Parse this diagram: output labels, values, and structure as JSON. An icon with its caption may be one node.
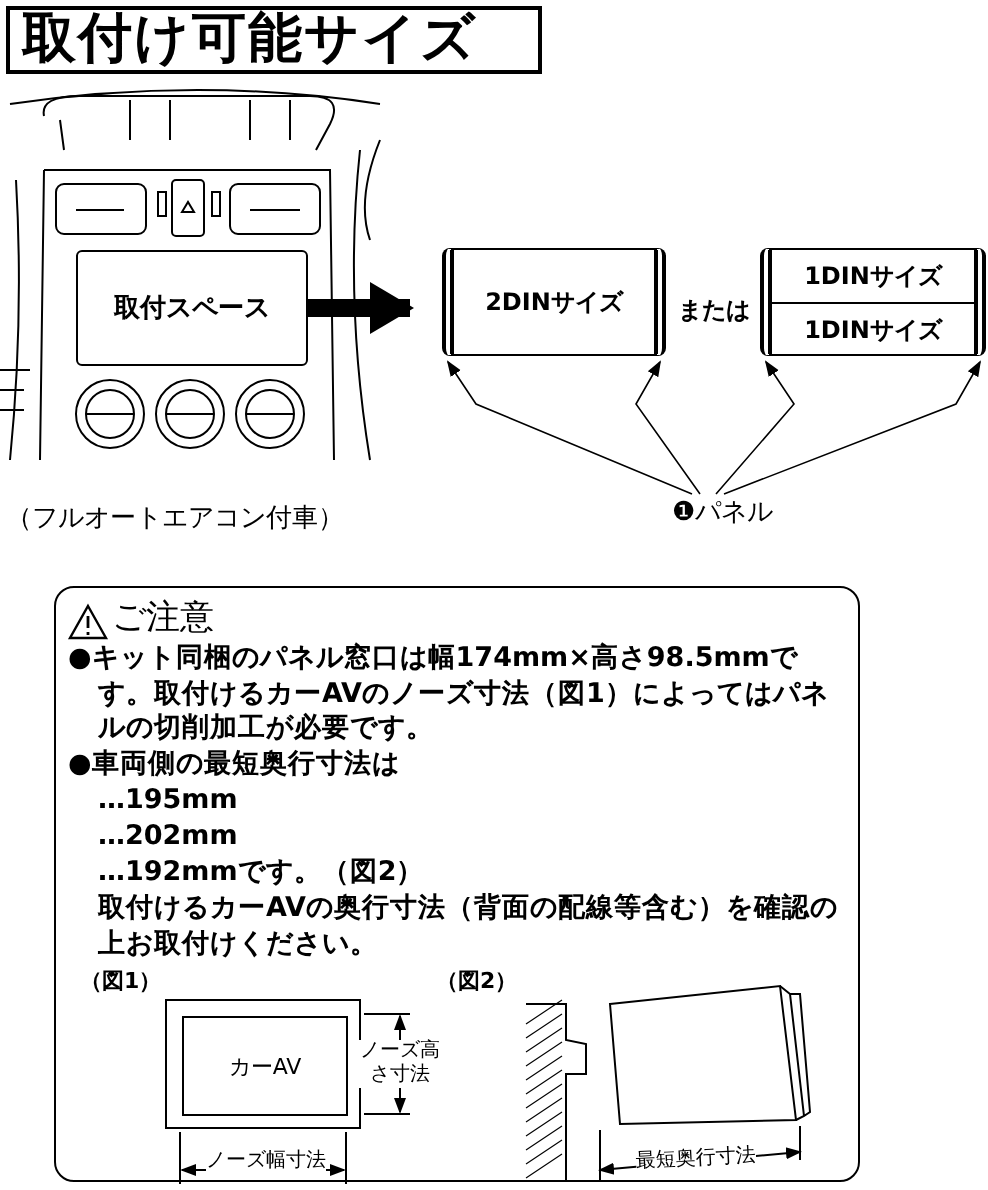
{
  "diagram": {
    "title": "取付け可能サイズ",
    "nodes": [
      {
        "text": [
          "取付スペース"
        ]
      },
      {
        "text": [
          "2DINサイズ"
        ]
      },
      {
        "text": [
          "1DINサイズ",
          "1DINサイズ"
        ]
      },
      {
        "text": [
          "❶パネル"
        ]
      },
      {
        "text": [
          "ご注意",
          "●キット同梱のパネル窓口は幅174mm×高さ98.5mmです。取付けるカーAVのノーズ寸法（図1）によってはパネルの切削加工が必要です。",
          "●車両側の最短奥行寸法は",
          "…195mm",
          "…202mm",
          "…192mmです。（図2）",
          "取付けるカーAVの奥行寸法（背面の配線等含む）を確認の上お取付けください。"
        ]
      },
      {
        "text": [
          "カーAV"
        ],
        "in": 4
      }
    ],
    "edges": [
      {
        "from": 0,
        "to": 1,
        "arrow": "to",
        "style": "thick"
      },
      {
        "from": 3,
        "to": 1,
        "arrow": "to"
      },
      {
        "from": 3,
        "to": 1,
        "arrow": "to"
      },
      {
        "from": 3,
        "to": 2,
        "arrow": "to"
      },
      {
        "from": 3,
        "to": 2,
        "arrow": "to"
      }
    ],
    "labels": [
      "または",
      "（フルオートエアコン付車）",
      "（図1）",
      "ノーズ高さ寸法",
      "ノーズ幅寸法",
      "（図2）",
      "最短奥行寸法"
    ]
  }
}
